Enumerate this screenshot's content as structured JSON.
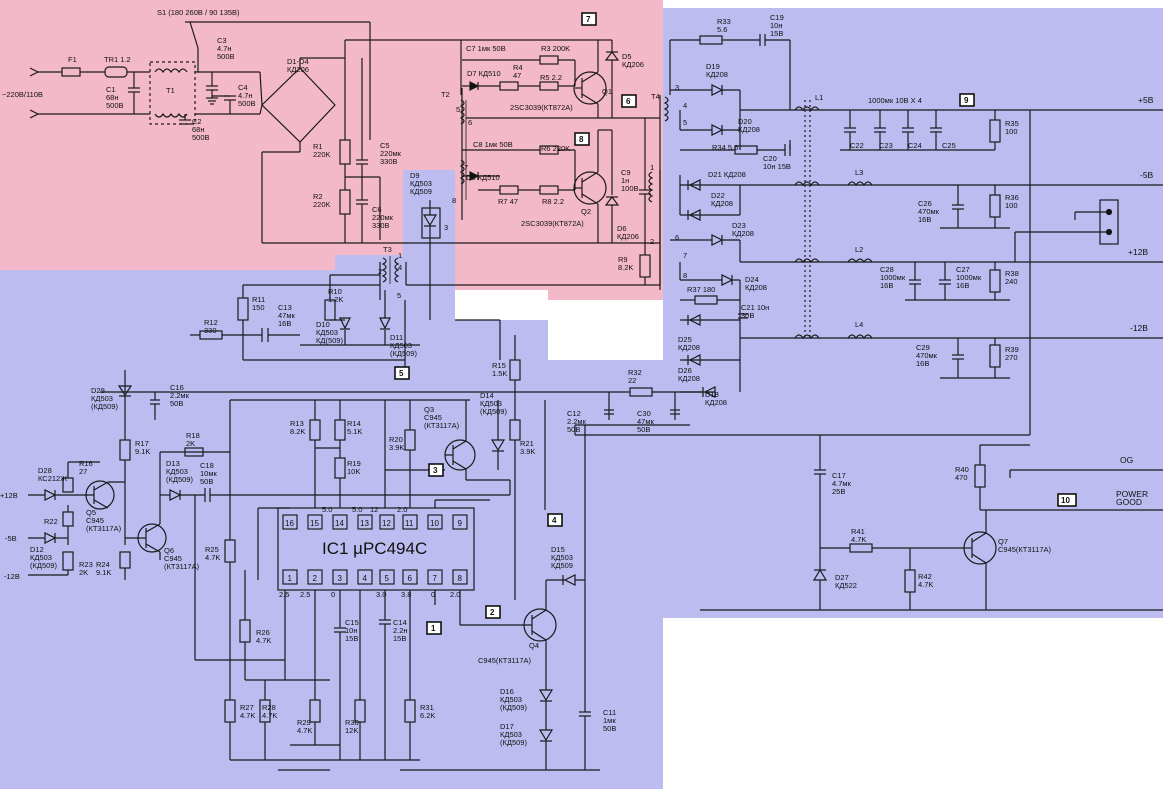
{
  "regions": {
    "primary": "#f4b9c8",
    "control": "#bcbcf0",
    "secondary": "#bcbcf0"
  },
  "ic": {
    "label": "IC1 µPC494C"
  },
  "labels": {
    "s1": "S1 (180  260В / 90  135В)",
    "mains": "~220В/110В",
    "f1": "F1",
    "tr1": "TR1 1.2",
    "t1": "T1",
    "c1": "C1\n68н\n500В",
    "c2": "C2\n68н\n500В",
    "c3": "C3\n4.7н\n500В",
    "c4": "C4\n4.7н\n500В",
    "d1d4": "D1-D4\nКД206",
    "r1": "R1\n220K",
    "r2": "R2\n220K",
    "c5": "C5\n220мк\n330В",
    "c6": "C6\n220мк\n330В",
    "c7": "C7 1мк  50В",
    "r3": "R3 200K",
    "d7": "D7 КД510",
    "r4": "R4\n47",
    "r5": "R5 2.2",
    "q1": "Q1",
    "q1part": "2SC3039(КТ872А)",
    "d5": "D5\nКД206",
    "t2": "T2",
    "c8": "C8 1мк  50В",
    "r6": "R6 220K",
    "d8": "D8 КД510",
    "r7": "R7 47",
    "r8": "R8 2.2",
    "q2": "Q2",
    "q2part": "2SC3039(КТ872А)",
    "c9": "C9\n1н\n100В",
    "d6": "D6\nКД206",
    "r9": "R9\n8.2K",
    "d9": "D9\nКД503\nКД509",
    "t3": "T3",
    "r11": "R11\n150",
    "c13": "C13\n47мк\n16В",
    "r10": "R10\n1.2K",
    "r12": "R12\n330",
    "d10": "D10\nКД503\nКД(509)",
    "d11": "D11\nКД503\n(КД509)",
    "d29": "D29\nКД503\n(КД509)",
    "c16": "C16\n2.2мк\n50В",
    "r17": "R17\n9.1K",
    "r18": "R18\n2K",
    "c18": "C18\n10мк\n50В",
    "d13": "D13\nКД503\n(КД509)",
    "d28": "D28\nКС212Ж",
    "r16": "R16\n27",
    "q5": "Q5\nC945\n(КТ3117А)",
    "q6": "Q6\nC945\n(КТ3117А)",
    "r22": "R22",
    "d12": "D12\nКД503\n(КД509)",
    "r23": "R23\n2K",
    "r24": "R24\n9.1K",
    "r25": "R25\n4.7K",
    "r26": "R26\n4.7K",
    "r27": "R27\n4.7K",
    "r28": "R28\n4.7K",
    "r29": "R29\n4.7K",
    "r30": "R30\n12K",
    "r31": "R31\n6.2K",
    "r13": "R13\n8.2K",
    "r14": "R14\n5.1K",
    "r19": "R19\n10K",
    "r20": "R20\n3.9K",
    "q3": "Q3\nC945\n(КТ3117А)",
    "d14": "D14\nКД503\n(КД509)",
    "r15": "R15\n1.5K",
    "r21": "R21\n3.9K",
    "c15": "C15\n10н\n15В",
    "c14": "C14\n2.2н\n15В",
    "d15": "D15\nКД503\nКД509",
    "q4": "Q4",
    "q4part": "C945(КТ3117А)",
    "d16": "D16\nКД503\n(КД509)",
    "d17": "D17\nКД503\n(КД509)",
    "c11": "C11\n1мк\n50В",
    "c12": "C12\n2.2мк\n50В",
    "r32": "R32\n22",
    "c30": "C30\n47мк\n50В",
    "t4": "T4",
    "r33": "R33\n5.6",
    "c19": "C19\n10н\n15В",
    "d19": "D19\nКД208",
    "d20": "D20\nКД208",
    "r34": "R34 5.6",
    "c20": "C20\n10н 15В",
    "d21": "D21 КД208",
    "d22": "D22\nКД208",
    "d23": "D23\nКД208",
    "d24": "D24\nКД208",
    "r37": "R37 180",
    "c21": "C21 10н\n30В",
    "d25": "D25\nКД208",
    "d26": "D26\nКД208",
    "d18": "D18\nКД208",
    "l1": "L1",
    "l2": "L2",
    "l3": "L3",
    "l4": "L4",
    "c22": "C22",
    "c23": "C23",
    "c24": "C24",
    "c25": "C25",
    "cbank": "1000мк  10В Х 4",
    "r35": "R35\n100",
    "c26": "C26\n470мк\n16В",
    "r36": "R36\n100",
    "c28": "C28\n1000мк\n16В",
    "c27": "C27\n1000мк\n16В",
    "r38": "R38\n240",
    "c29": "C29\n470мк\n16В",
    "r39": "R39\n270",
    "c17": "C17\n4.7мк\n25В",
    "r40": "R40\n470",
    "r41": "R41\n4.7K",
    "d27": "D27\nКД522",
    "r42": "R42\n4.7K",
    "q7": "Q7\nC945(КТ3117А)"
  },
  "rails": {
    "p5": "+5В",
    "m5": "-5В",
    "p12": "+12В",
    "m12": "-12В",
    "og": "OG",
    "pg": "POWER\nGOOD"
  },
  "inputs": {
    "p12": "+12В",
    "m5": "-5В",
    "m12": "-12В"
  },
  "voltages": {
    "v50a": "5.0",
    "v50b": "5.0",
    "v12": "12",
    "v20": "2.0",
    "v25a": "2.5",
    "v25b": "2.5",
    "v0a": "0",
    "v30": "3.0",
    "v38": "3.8",
    "v0b": "0",
    "v20b": "2.0"
  },
  "ic_pins_top": [
    "16",
    "15",
    "14",
    "13",
    "12",
    "11",
    "10",
    "9"
  ],
  "ic_pins_bottom": [
    "1",
    "2",
    "3",
    "4",
    "5",
    "6",
    "7",
    "8"
  ],
  "tags": [
    "7",
    "6",
    "8",
    "5",
    "9",
    "3",
    "4",
    "1",
    "2",
    "10"
  ],
  "winding": {
    "t2_5": "5",
    "t2_6": "6",
    "t2_7": "7",
    "t2_8": "8",
    "t3_1": "1",
    "t3_2": "2",
    "t3_3": "3",
    "t3_4": "4",
    "t3_5": "5",
    "t4_3": "3",
    "t4_4": "4",
    "t4_5": "5",
    "t4_6": "6",
    "t4_7": "7",
    "t4_8": "8",
    "t9_1": "1",
    "t9_2": "2"
  }
}
